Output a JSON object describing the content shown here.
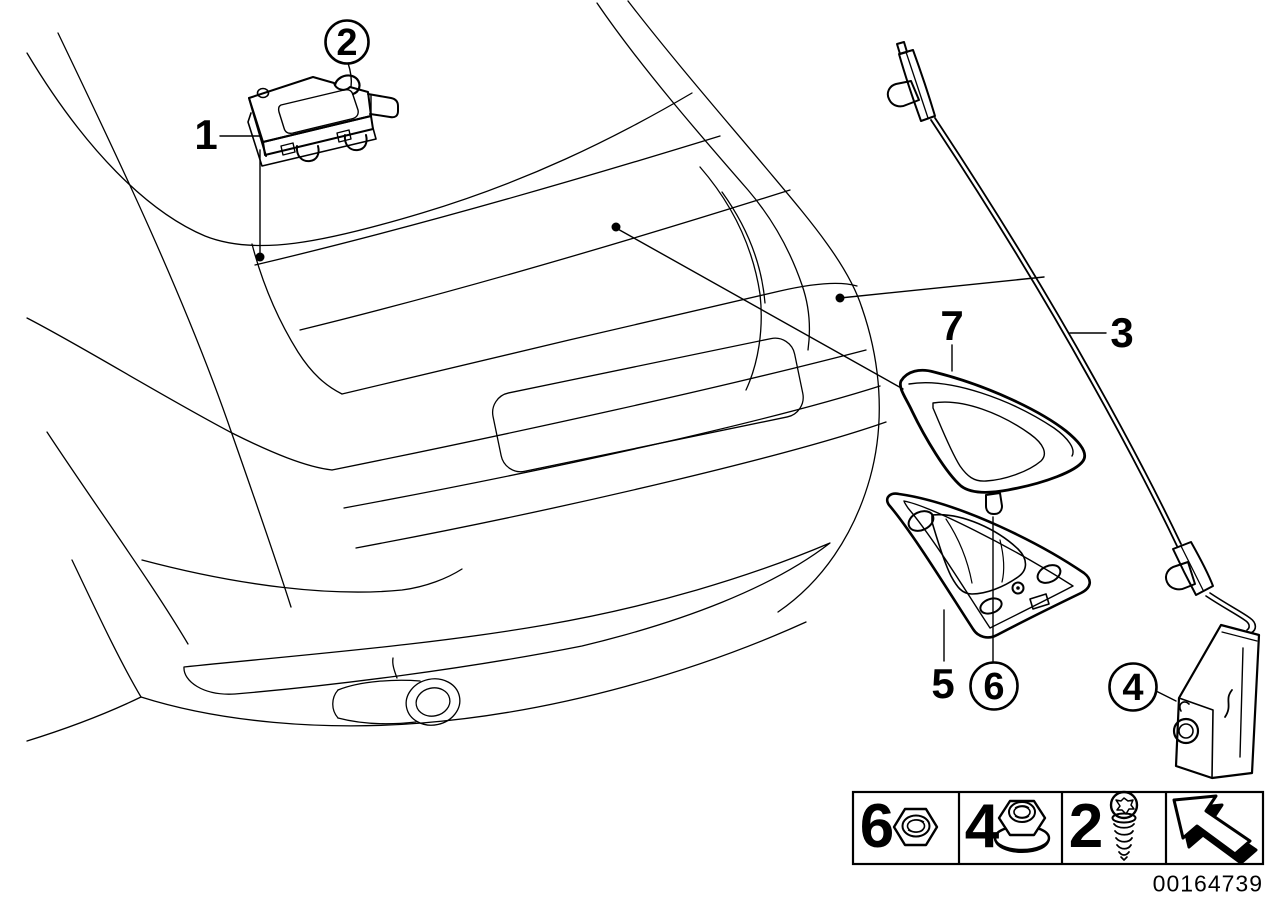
{
  "colors": {
    "line": "#000000",
    "background": "#ffffff"
  },
  "diagram": {
    "description_icon": "car-rear-line-art",
    "callouts": [
      {
        "label": "1",
        "style": "plain"
      },
      {
        "label": "2",
        "style": "circled"
      },
      {
        "label": "3",
        "style": "plain"
      },
      {
        "label": "4",
        "style": "circled"
      },
      {
        "label": "5",
        "style": "plain"
      },
      {
        "label": "6",
        "style": "circled"
      },
      {
        "label": "7",
        "style": "plain"
      }
    ]
  },
  "legend": {
    "items": [
      {
        "label": "6",
        "icon": "hex-nut-icon"
      },
      {
        "label": "4",
        "icon": "flange-nut-icon"
      },
      {
        "label": "2",
        "icon": "torx-screw-icon"
      }
    ],
    "nav_icon": "page-back-arrow-icon"
  },
  "footer": {
    "part_number": "00164739"
  }
}
